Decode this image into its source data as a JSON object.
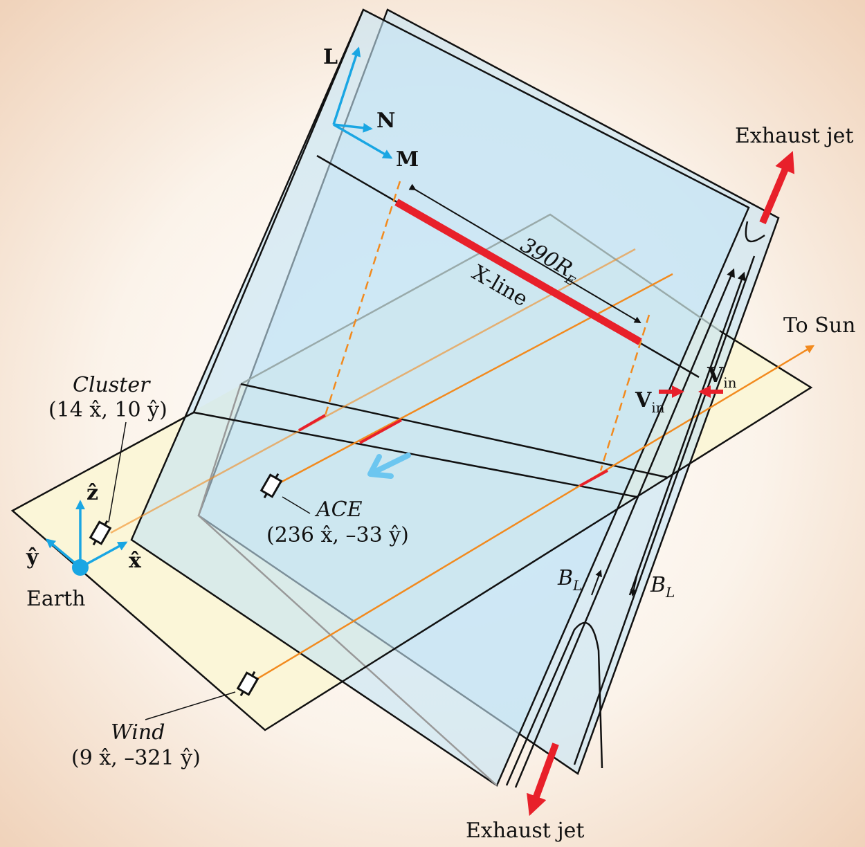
{
  "axes_lmn": {
    "L": "L",
    "N": "N",
    "M": "M"
  },
  "exhaust_top": "Exhaust jet",
  "exhaust_bottom": "Exhaust jet",
  "distance": {
    "value": "390",
    "R": "R",
    "sub": "E"
  },
  "xline": "X-line",
  "to_sun": "To Sun",
  "vin": {
    "V": "V",
    "sub": "in"
  },
  "bl": {
    "B": "B",
    "sub": "L"
  },
  "earth": {
    "label": "Earth",
    "z": "ẑ",
    "y": "ŷ",
    "x": "x̂"
  },
  "cluster": {
    "name": "Cluster",
    "coords": "(14 x̂, 10 ŷ)"
  },
  "ace": {
    "name": "ACE",
    "coords": "(236 x̂, –33 ŷ)"
  },
  "wind": {
    "name": "Wind",
    "coords": "(9 x̂, –321 ŷ)"
  },
  "colors": {
    "sheet": "#c4e4f5",
    "plane": "#fbf6d8",
    "cyan": "#19a6e3",
    "red": "#e8202a",
    "orange": "#f28a1e"
  }
}
